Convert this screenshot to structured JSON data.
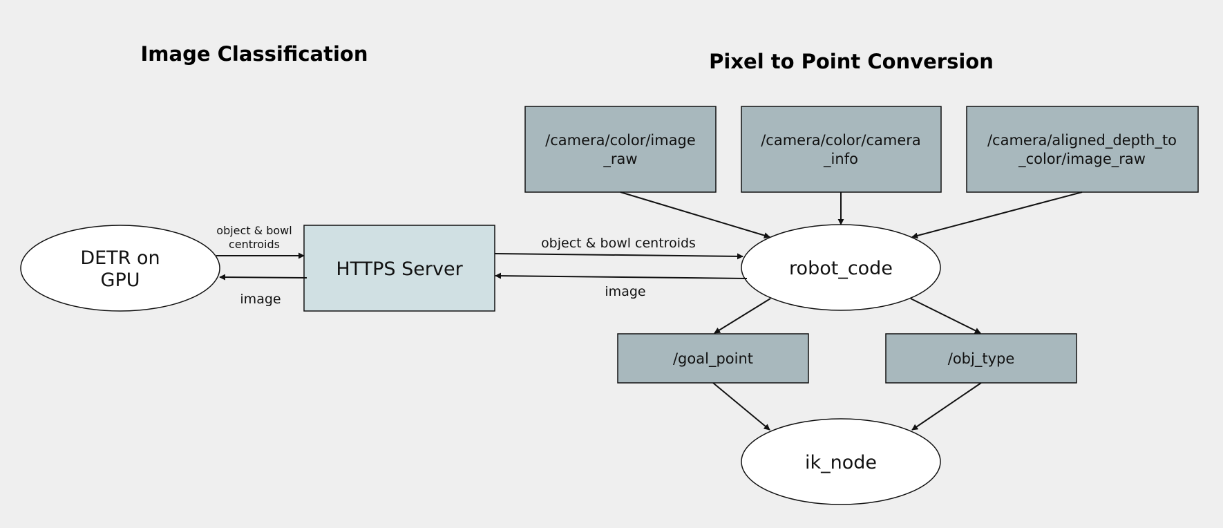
{
  "titles": {
    "image_classification": "Image Classification",
    "pixel_to_point": "Pixel to Point Conversion"
  },
  "nodes": {
    "detr": {
      "line1": "DETR on",
      "line2": "GPU"
    },
    "https_server": "HTTPS Server",
    "robot_code": "robot_code",
    "ik_node": "ik_node"
  },
  "topics": {
    "image_raw": {
      "line1": "/camera/color/image",
      "line2": "_raw"
    },
    "camera_info": {
      "line1": "/camera/color/camera",
      "line2": "_info"
    },
    "aligned_depth": {
      "line1": "/camera/aligned_depth_to",
      "line2": "_color/image_raw"
    },
    "goal_point": "/goal_point",
    "obj_type": "/obj_type"
  },
  "edge_labels": {
    "detr_centroids_line1": "object & bowl",
    "detr_centroids_line2": "centroids",
    "detr_image": "image",
    "robot_centroids": "object & bowl centroids",
    "robot_image": "image"
  },
  "colors": {
    "background": "#efefef",
    "topic_fill": "#a8b8bd",
    "server_fill": "#d0e0e3",
    "node_fill": "#ffffff",
    "stroke": "#111111"
  }
}
